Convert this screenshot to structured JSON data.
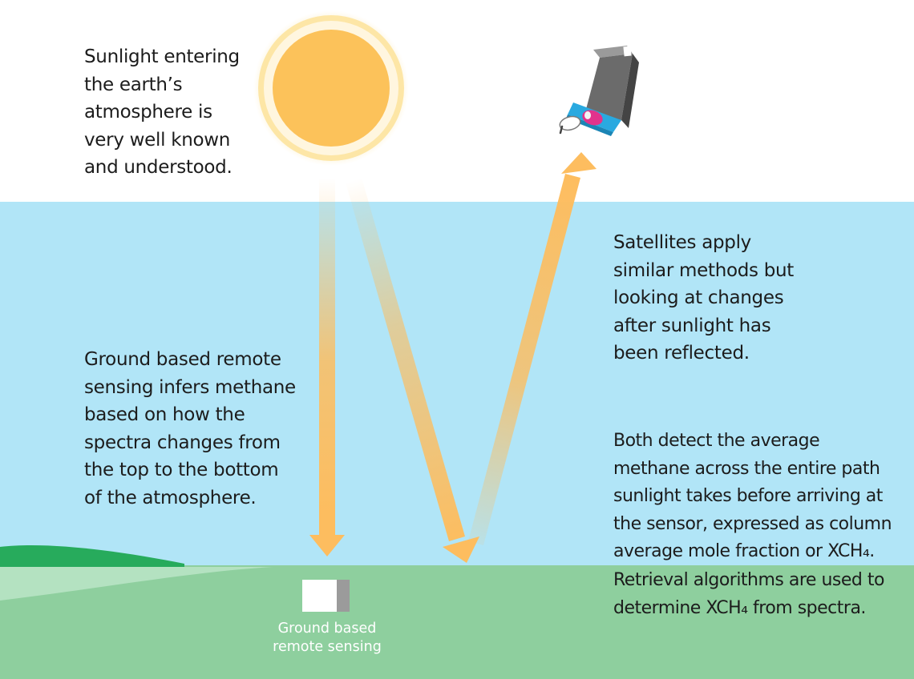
{
  "colors": {
    "sky": "#ffffff",
    "atmosphere": "#b1e5f7",
    "ground": "#8ecf9e",
    "hill": "#27ab5c",
    "hill_light": "#b4e2c1",
    "sun_core": "#fcc25a",
    "sun_glow": "#fde6a6",
    "beam": "#fdbd5f",
    "text": "#1c1c1c",
    "satellite_body": "#6b6b6b",
    "satellite_face": "#29a9e0",
    "satellite_lens": "#e2338c"
  },
  "captions": {
    "sunlight": [
      "Sunlight entering",
      "the earth’s",
      "atmosphere is",
      "very well known",
      "and understood."
    ],
    "ground_based": [
      "Ground based remote",
      "sensing infers methane",
      "based on how the",
      "spectra changes from",
      "the top to the bottom",
      "of the atmosphere."
    ],
    "satellites": [
      "Satellites apply",
      "similar methods but",
      "looking at changes",
      "after sunlight has",
      "been reflected."
    ],
    "both_detect": [
      "Both detect the average",
      "methane across the entire path",
      "sunlight takes before arriving at",
      "the sensor, expressed as column",
      "average mole fraction or XCH₄."
    ],
    "retrieval": [
      "Retrieval algorithms are used to",
      "determine XCH₄ from spectra."
    ]
  },
  "sensor_label": [
    "Ground based",
    "remote sensing"
  ],
  "icons": {
    "sun": "sun-icon",
    "satellite": "satellite-icon",
    "ground_sensor": "ground-sensor-icon"
  }
}
